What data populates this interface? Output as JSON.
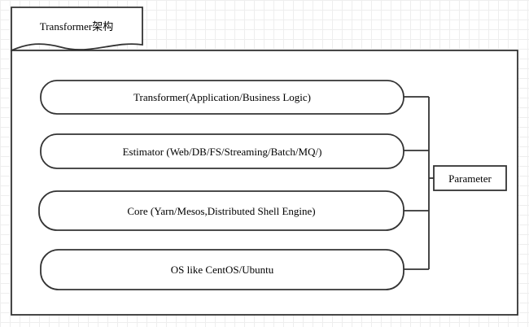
{
  "title": "Transformer架构",
  "layers": [
    {
      "label": "Transformer(Application/Business Logic)"
    },
    {
      "label": "Estimator (Web/DB/FS/Streaming/Batch/MQ/)"
    },
    {
      "label": "Core (Yarn/Mesos,Distributed Shell Engine)"
    },
    {
      "label": "OS like CentOS/Ubuntu"
    }
  ],
  "parameter": {
    "label": "Parameter"
  },
  "colors": {
    "stroke": "#333333",
    "fill": "#ffffff",
    "grid": "#eeeeee",
    "text": "#000000"
  }
}
